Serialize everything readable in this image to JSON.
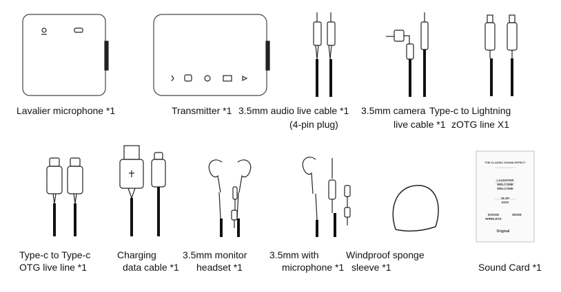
{
  "items": [
    {
      "label": "Lavalier microphone *1"
    },
    {
      "label": "Transmitter *1"
    },
    {
      "label_1": "3.5mm audio live cable *1",
      "label_2": "(4-pin plug)"
    },
    {
      "label_1": "3.5mm camera",
      "label_2": "live cable *1"
    },
    {
      "label_1": "Type-c to Lightning",
      "label_2": "zOTG line X1"
    },
    {
      "label_1": "Type-c to Type-c",
      "label_2": "OTG live line *1"
    },
    {
      "label_1": "Charging",
      "label_2": "data cable *1"
    },
    {
      "label_1": "3.5mm monitor",
      "label_2": "headset *1"
    },
    {
      "label_1": "3.5mm with",
      "label_2": "microphone *1"
    },
    {
      "label_1": "Windproof sponge",
      "label_2": "sleeve *1"
    },
    {
      "label": "Sound Card *1"
    }
  ],
  "sound_card": {
    "header": "THE CLASSIC SOUND EFFECT",
    "line_1": "LAUGHTER",
    "line_2": "WELCOME",
    "line_3": "WELCOME",
    "line_4": "SLAP",
    "line_5": "KISS",
    "dodge": "DODGE",
    "mode": "MODE",
    "wireless": "WIRELESS",
    "original": "Original"
  }
}
